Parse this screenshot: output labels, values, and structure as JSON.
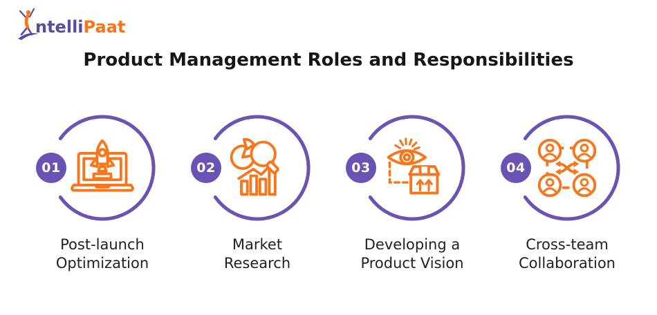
{
  "logo": {
    "part1": "ntelli",
    "part2": "Paat",
    "figure": "jumping-person-with-swoosh"
  },
  "title": "Product Management Roles and Responsibilities",
  "colors": {
    "purple": "#6a53b2",
    "orange": "#f7761b",
    "title": "#161616",
    "text": "#1f1f1f",
    "logo-purple": "#5b4b9e"
  },
  "cards": [
    {
      "number": "01",
      "label_line1": "Post-launch",
      "label_line2": "Optimization",
      "icon": "rocket-launch-laptop-icon"
    },
    {
      "number": "02",
      "label_line1": "Market",
      "label_line2": "Research",
      "icon": "market-research-analytics-icon"
    },
    {
      "number": "03",
      "label_line1": "Developing a",
      "label_line2": "Product Vision",
      "icon": "vision-eye-product-box-icon"
    },
    {
      "number": "04",
      "label_line1": "Cross-team",
      "label_line2": "Collaboration",
      "icon": "team-collaboration-icon"
    }
  ]
}
